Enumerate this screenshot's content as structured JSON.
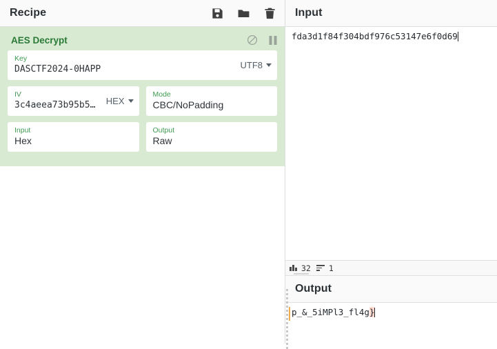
{
  "recipe": {
    "title": "Recipe",
    "actions": [
      {
        "name": "save-recipe-icon",
        "label": "Save recipe"
      },
      {
        "name": "load-recipe-icon",
        "label": "Load recipe"
      },
      {
        "name": "clear-recipe-icon",
        "label": "Clear recipe"
      }
    ],
    "ingredient": {
      "title": "AES Decrypt",
      "disable_icon": "disable-icon",
      "breakpoint_icon": "breakpoint-icon",
      "args": {
        "key": {
          "label": "Key",
          "value": "DASCTF2024-0HAPP",
          "encoding": "UTF8"
        },
        "iv": {
          "label": "IV",
          "value": "3c4aeea73b95b5…",
          "encoding": "HEX"
        },
        "mode": {
          "label": "Mode",
          "value": "CBC/NoPadding"
        },
        "input": {
          "label": "Input",
          "value": "Hex"
        },
        "output": {
          "label": "Output",
          "value": "Raw"
        }
      }
    }
  },
  "input": {
    "title": "Input",
    "value": "fda3d1f84f304bdf976c53147e6f0d69",
    "status": {
      "length_icon": "abc-icon",
      "length": "32",
      "lines_icon": "lines-icon",
      "lines": "1"
    }
  },
  "output": {
    "title": "Output",
    "value_plain": "p_&_5iMPl3_fl4g",
    "value_highlight": "}",
    "value_full": "p_&_5iMPl3_fl4g}"
  },
  "colors": {
    "ingredient_bg": "#d9ead3",
    "ingredient_title": "#2a7a37",
    "arg_label": "#3f9a52",
    "highlight": "#ffd9cf",
    "marker": "#f0ad4e"
  }
}
